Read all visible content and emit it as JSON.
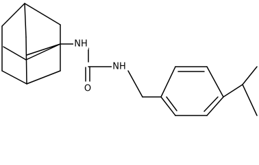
{
  "atoms": {
    "nh_top": "NH",
    "nh_right": "NH",
    "oxygen": "O"
  }
}
